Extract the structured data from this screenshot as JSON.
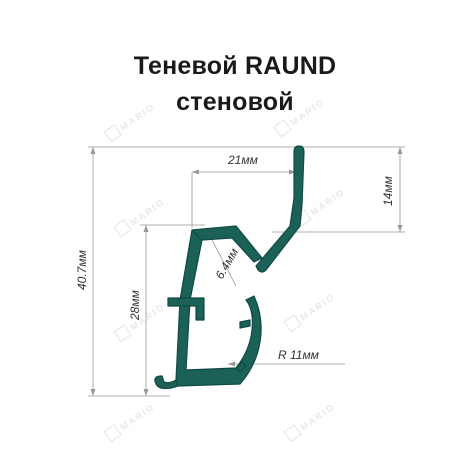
{
  "title": {
    "line1": "Теневой RAUND",
    "line2": "стеновой"
  },
  "dimensions": {
    "width_top": "21мм",
    "height_top_right": "14мм",
    "height_total": "40.7мм",
    "height_left": "28мм",
    "depth": "6.4мм",
    "radius": "R 11мм"
  },
  "watermark": {
    "text": "MARIO"
  },
  "colors": {
    "profile": "#1b6158",
    "dimension_lines": "#999999",
    "title": "#1a1a1a"
  }
}
